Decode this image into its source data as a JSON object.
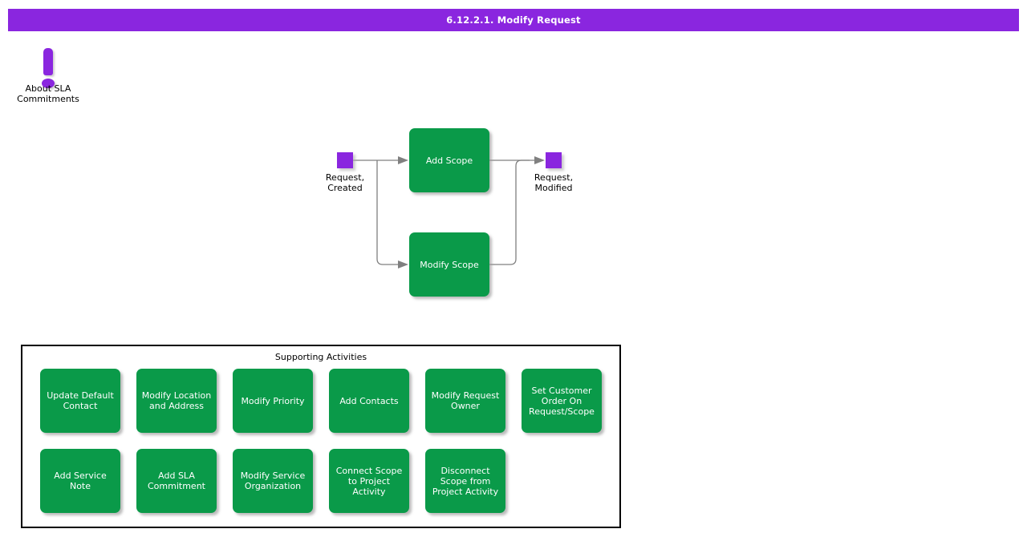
{
  "title_bar": {
    "text": "6.12.2.1. Modify Request"
  },
  "about": {
    "label": "About SLA\nCommitments"
  },
  "flow": {
    "start_label": "Request,\nCreated",
    "end_label": "Request,\nModified",
    "add_scope_label": "Add Scope",
    "modify_scope_label": "Modify Scope"
  },
  "supporting": {
    "title": "Supporting Activities",
    "row1": [
      "Update Default Contact",
      "Modify Location and Address",
      "Modify Priority",
      "Add Contacts",
      "Modify Request Owner",
      "Set Customer Order On Request/Scope"
    ],
    "row2": [
      "Add Service Note",
      "Add SLA Commitment",
      "Modify Service Organization",
      "Connect Scope to Project Activity",
      "Disconnect Scope from Project Activity"
    ]
  },
  "colors": {
    "purple": "#8A26DF",
    "green": "#0A9A49",
    "line": "#808080"
  }
}
